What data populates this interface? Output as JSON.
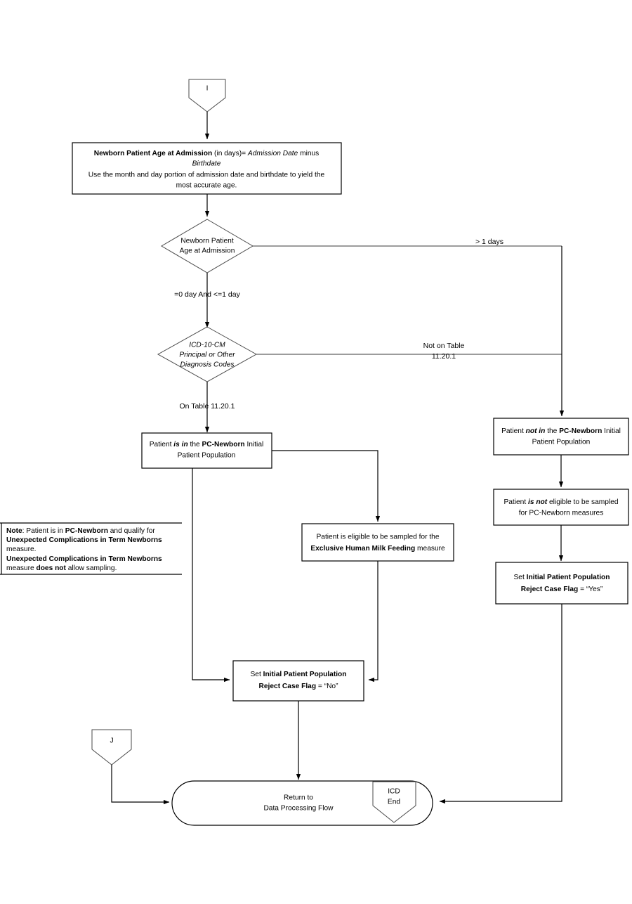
{
  "diagram": {
    "title": "PC-Newborn Initial Patient Population Flow",
    "type": "flowchart",
    "colors": {
      "stroke": "#000000",
      "fill": "#ffffff",
      "connector": "#3a3a3a"
    }
  },
  "nodes": {
    "connector_in": {
      "label": "I",
      "shape": "off-page-connector"
    },
    "connector_j": {
      "label": "J",
      "shape": "off-page-connector"
    },
    "connector_icd_end": {
      "label_line1": "ICD",
      "label_line2": "End",
      "shape": "off-page-connector"
    },
    "age_calc": {
      "line1_bold": "Newborn Patient Age at Admission",
      "line1_rest": " (in days)= ",
      "line1_italic": "Admission Date",
      "line1_tail": " minus",
      "line2_italic": "Birthdate",
      "line3": "Use the month and day portion of admission date and birthdate to yield the",
      "line4": "most accurate age."
    },
    "decision_age": {
      "line1": "Newborn Patient",
      "line2": "Age at Admission"
    },
    "decision_icd": {
      "line1": "ICD-10-CM",
      "line2": "Principal or Other",
      "line3": "Diagnosis Codes"
    },
    "patient_is_in": {
      "seg1": "Patient ",
      "seg2_bolditalic": "is in",
      "seg3": " the ",
      "seg4_bold": "PC-Newborn",
      "seg5": " Initial",
      "line2": "Patient Population"
    },
    "patient_not_in": {
      "seg1": "Patient ",
      "seg2_bolditalic": "not in",
      "seg3": " the ",
      "seg4_bold": "PC-Newborn",
      "seg5": " Initial",
      "line2": "Patient Population"
    },
    "eligible_milk": {
      "line1": "Patient is eligible to be sampled for the",
      "line2_bold": "Exclusive Human Milk Feeding",
      "line2_rest": " measure"
    },
    "not_eligible": {
      "seg1": "Patient ",
      "seg2_bolditalic": "is not",
      "seg3": " eligible to be sampled",
      "line2": "for PC-Newborn measures"
    },
    "set_flag_yes": {
      "line1_pre": "Set ",
      "line1_bold": "Initial Patient Population",
      "line2_bold": "Reject Case Flag",
      "line2_rest": " = “Yes”"
    },
    "set_flag_no": {
      "line1_pre": "Set ",
      "line1_bold": "Initial Patient Population",
      "line2_bold": "Reject Case Flag",
      "line2_rest": " = “No”"
    },
    "terminal_return": {
      "line1": "Return to",
      "line2": "Data Processing Flow"
    },
    "note_box": {
      "l1_bold": "Note",
      "l1_rest": ": Patient is in ",
      "l1_bold2": "PC-Newborn",
      "l1_tail": " and qualify for",
      "l2_bold": "Unexpected Complications in Term Newborns",
      "l3": "measure.",
      "l4_bold": "Unexpected Complications in Term Newborns",
      "l5_pre": "measure ",
      "l5_bold": "does not",
      "l5_post": " allow sampling."
    }
  },
  "edges": {
    "age_gt_1": "> 1 days",
    "age_ok": "=0 day And <=1 day",
    "icd_not_on_table_l1": "Not on Table",
    "icd_not_on_table_l2": "11.20.1",
    "icd_on_table": "On Table 11.20.1"
  }
}
